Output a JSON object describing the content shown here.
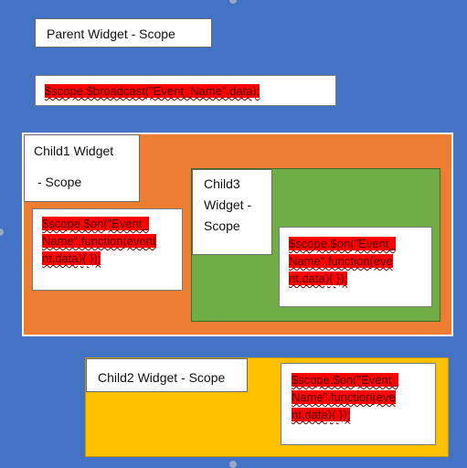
{
  "parent": {
    "label": "Parent Widget - Scope",
    "code": "$scope.$broadcast(\"Event_Name\",data);"
  },
  "child1": {
    "label_line1": "Child1 Widget",
    "label_line2": "- Scope",
    "code_lines": [
      "$scope.$on(\"Event_",
      "Name\",function(event",
      "nt,data){ });"
    ]
  },
  "child3": {
    "label_lines": [
      "Child3",
      "Widget -",
      "Scope"
    ],
    "code_lines": [
      "$scope.$on(\"Event_",
      "Name\",function(eve",
      "nt,data){ });"
    ]
  },
  "child2": {
    "label": "Child2 Widget - Scope",
    "code_lines": [
      "$scope.$on(\"Event_",
      "Name\",function(eve",
      "nt,data){ });"
    ]
  },
  "colors": {
    "background": "#4472c4",
    "child1_fill": "#ed7d31",
    "child3_fill": "#70ad47",
    "child2_fill": "#ffc000",
    "code_highlight": "#ff0000"
  }
}
